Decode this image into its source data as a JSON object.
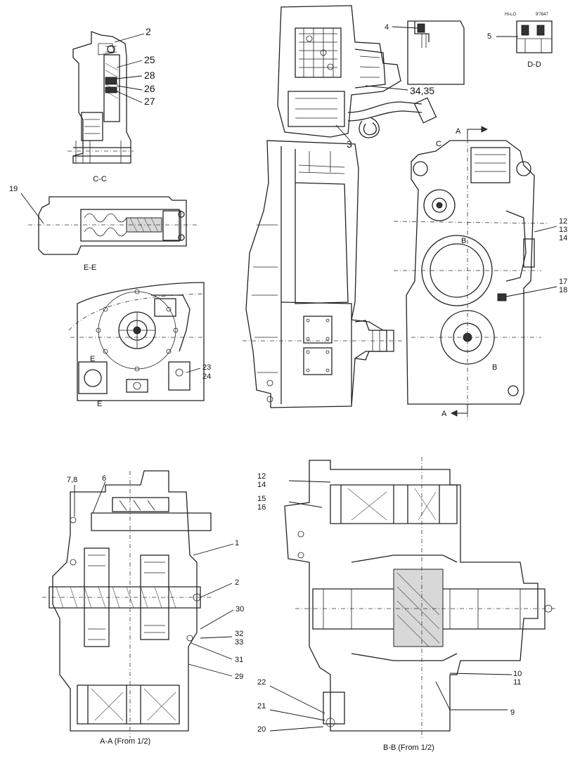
{
  "views": {
    "cc": {
      "caption": "C-C"
    },
    "dd": {
      "caption": "D-D",
      "note_left": "HI-LO",
      "note_right": "9'7647"
    },
    "ee": {
      "caption": "E-E"
    },
    "aa": {
      "caption": "A-A (From 1/2)"
    },
    "bb": {
      "caption": "B-B (From 1/2)"
    }
  },
  "section_marks": {
    "a_top": "A",
    "a_bottom": "A",
    "b_top": "B",
    "b_bottom": "B",
    "c": "C",
    "e_top": "E",
    "e_bottom": "E"
  },
  "labels": {
    "cc_2": "2",
    "cc_25": "25",
    "cc_28": "28",
    "cc_26": "26",
    "cc_27": "27",
    "top_4": "4",
    "dd_5": "5",
    "top_3435": "34,35",
    "top_3": "3",
    "ee_19": "19",
    "r_12": "12",
    "r_13": "13",
    "r_14": "14",
    "r_17": "17",
    "r_18": "18",
    "m_23": "23",
    "m_24": "24",
    "aa_78": "7,8",
    "aa_6": "6",
    "aa_1": "1",
    "aa_2": "2",
    "aa_30": "30",
    "aa_32": "32",
    "aa_33": "33",
    "aa_31": "31",
    "aa_29": "29",
    "bb_12": "12",
    "bb_14": "14",
    "bb_15": "15",
    "bb_16": "16",
    "bb_10": "10",
    "bb_11": "11",
    "bb_9": "9",
    "bb_22": "22",
    "bb_21": "21",
    "bb_20": "20"
  },
  "colors": {
    "ink": "#222222",
    "paper": "#ffffff"
  }
}
